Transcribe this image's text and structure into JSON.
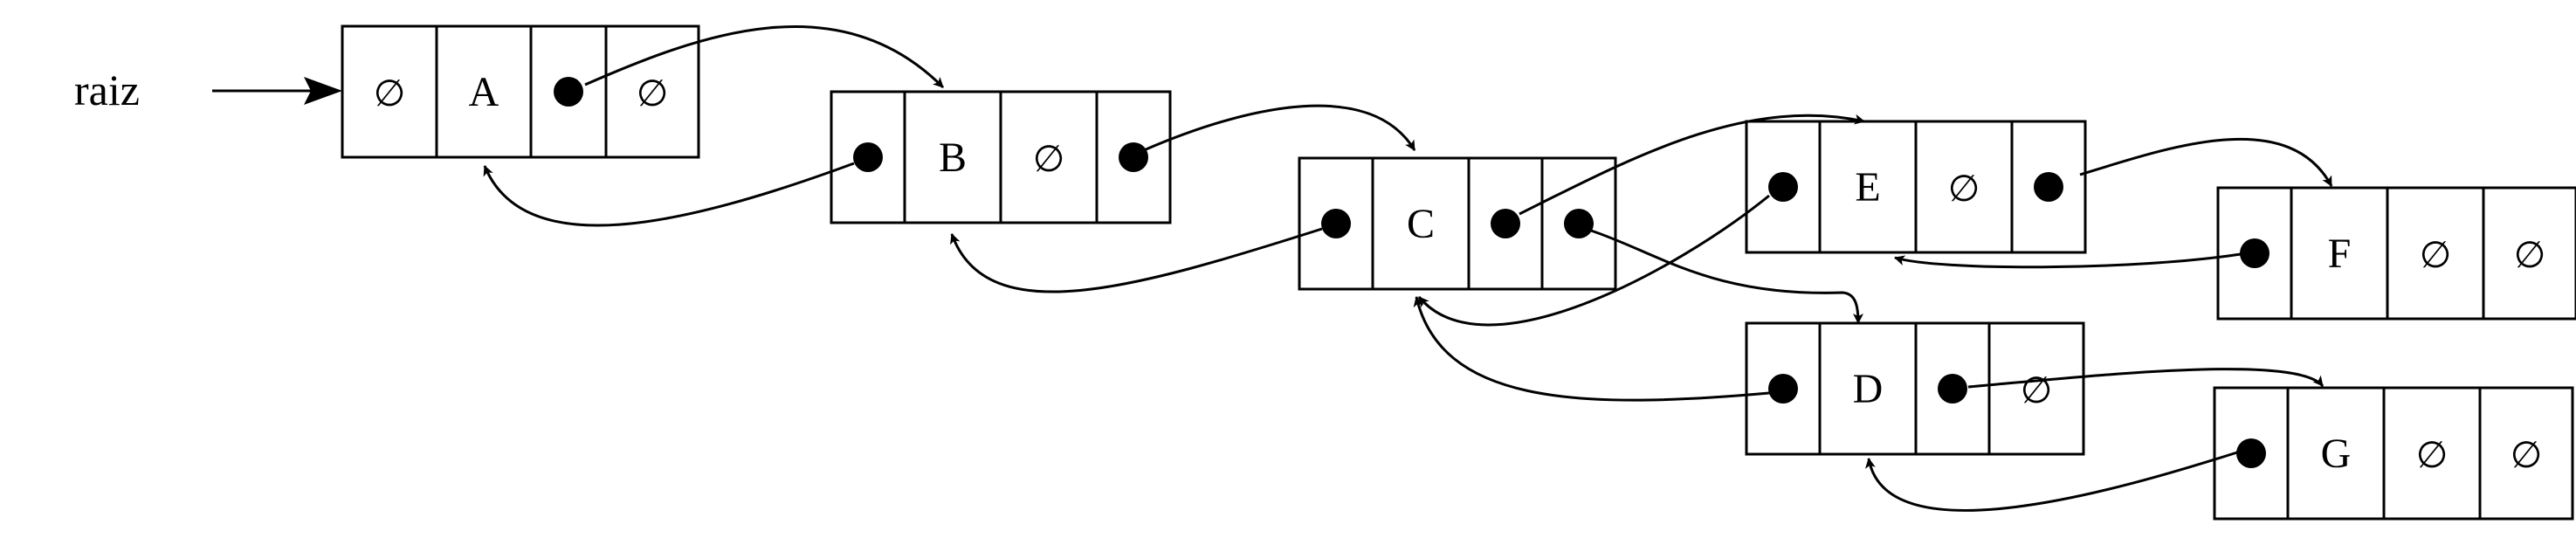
{
  "root_label": "raiz",
  "nodes": {
    "A": {
      "cells": [
        "∅",
        "A",
        "",
        "∅"
      ]
    },
    "B": {
      "cells": [
        "",
        "B",
        "∅",
        ""
      ]
    },
    "C": {
      "cells": [
        "",
        "C",
        "",
        ""
      ]
    },
    "E": {
      "cells": [
        "",
        "E",
        "∅",
        ""
      ]
    },
    "D": {
      "cells": [
        "",
        "D",
        "",
        "∅"
      ]
    },
    "F": {
      "cells": [
        "",
        "F",
        "∅",
        "∅"
      ]
    },
    "G": {
      "cells": [
        "",
        "G",
        "∅",
        "∅"
      ]
    }
  },
  "edges": [
    {
      "from": "A",
      "to": "B"
    },
    {
      "from": "B",
      "to": "A"
    },
    {
      "from": "B",
      "to": "C"
    },
    {
      "from": "C",
      "to": "B"
    },
    {
      "from": "C",
      "to": "E"
    },
    {
      "from": "C",
      "to": "D"
    },
    {
      "from": "E",
      "to": "C"
    },
    {
      "from": "E",
      "to": "F"
    },
    {
      "from": "F",
      "to": "E"
    },
    {
      "from": "D",
      "to": "C"
    },
    {
      "from": "D",
      "to": "G"
    },
    {
      "from": "G",
      "to": "D"
    }
  ]
}
